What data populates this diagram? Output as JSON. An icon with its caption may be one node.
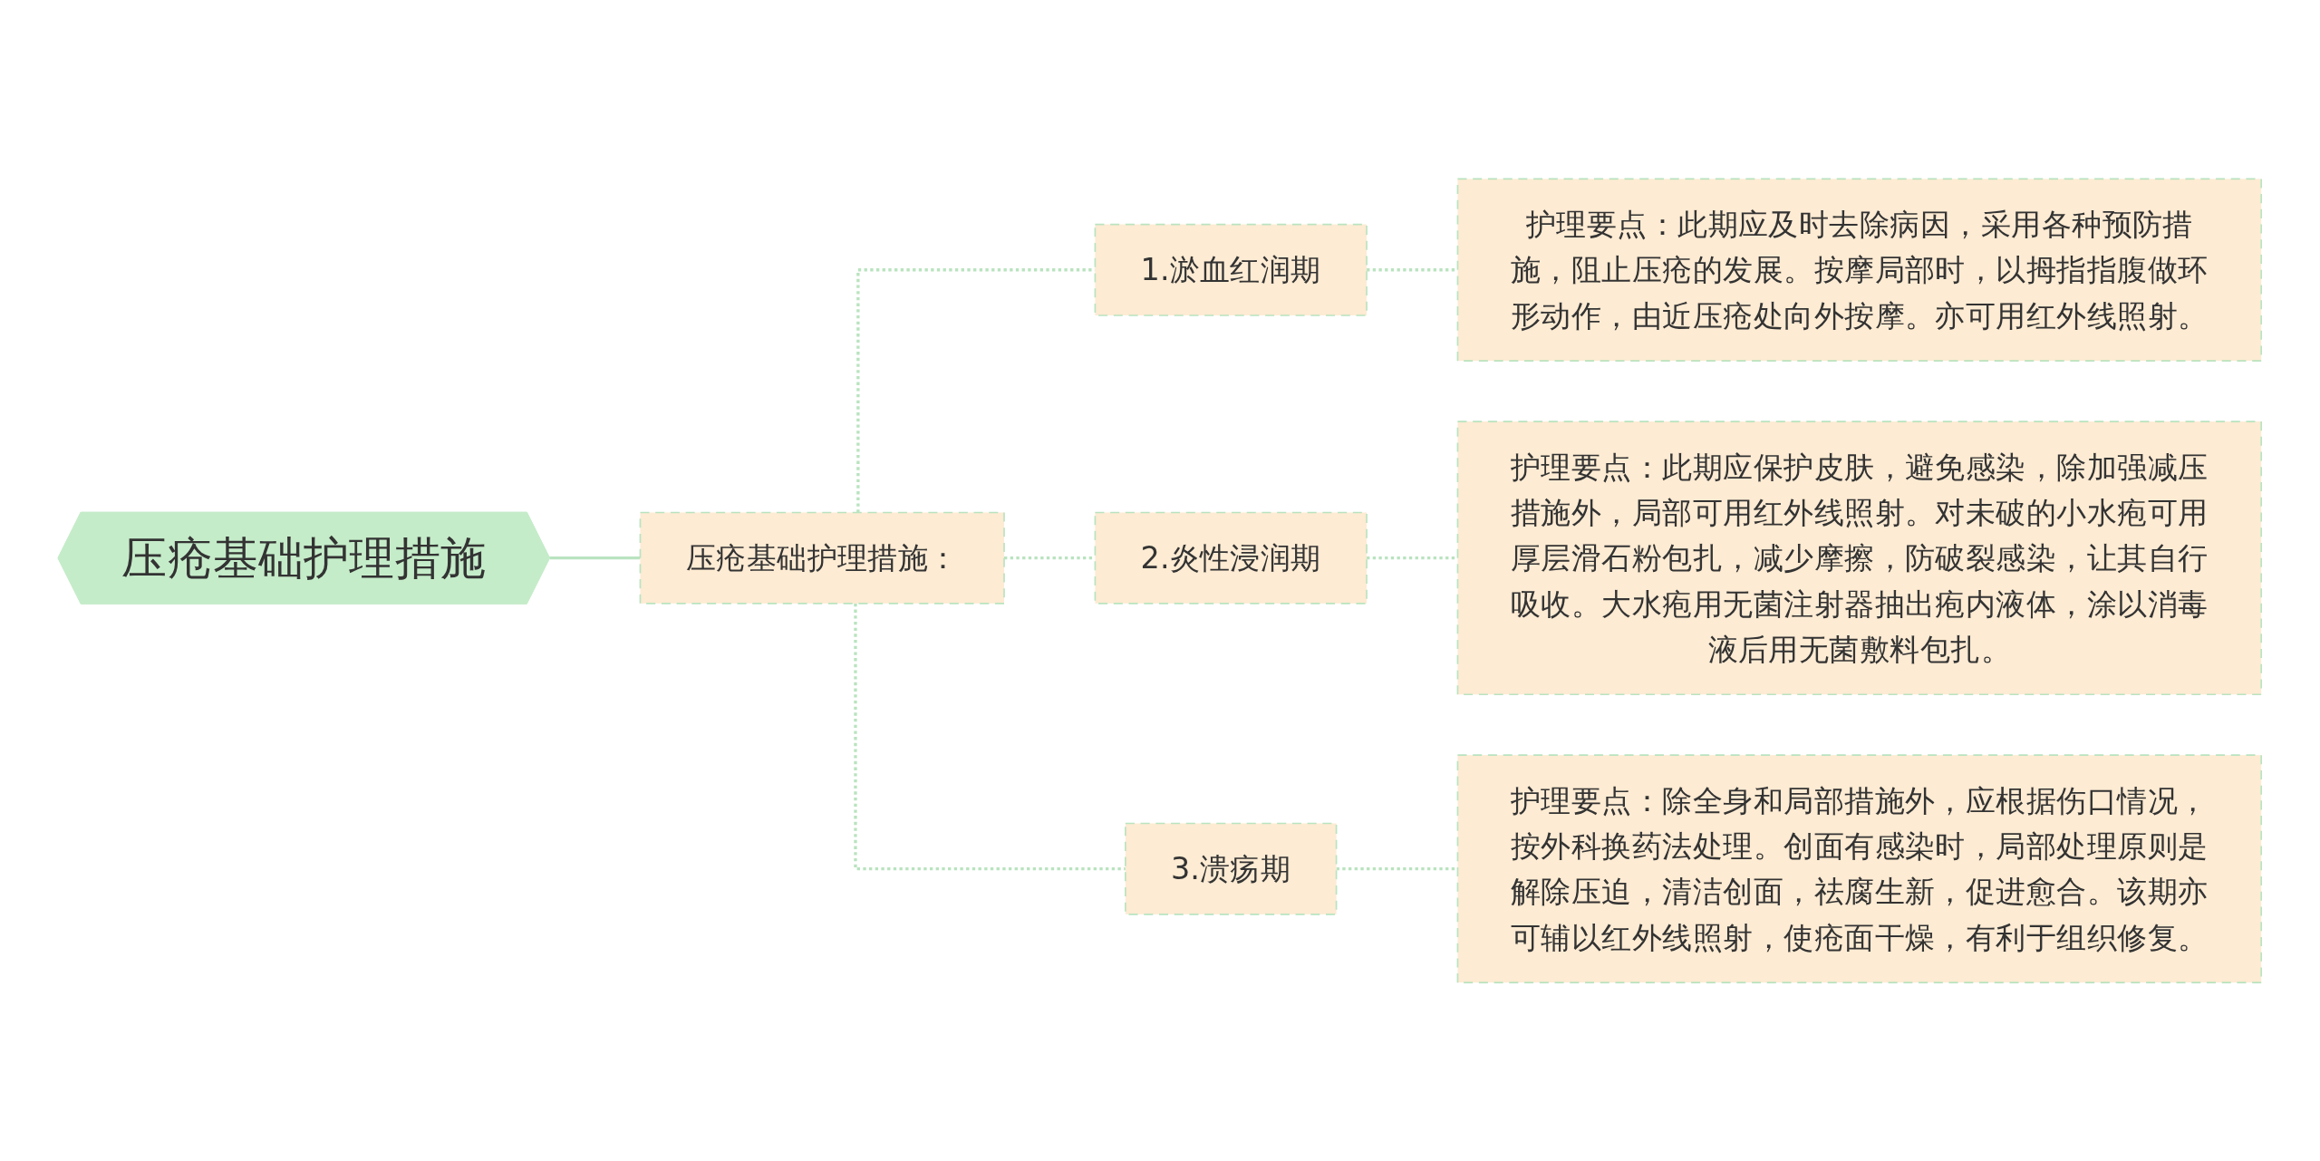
{
  "diagram": {
    "nodes": [
      {
        "text": [
          "压疮基础护理措施"
        ]
      },
      {
        "text": [
          "压疮基础护理措施："
        ]
      },
      {
        "text": [
          "1.淤血红润期"
        ]
      },
      {
        "text": [
          "护理要点：此期应及时去除病因，采用各种预防措施，阻止压疮的发展。按摩局部时，以拇指指腹做环形动作，由近压疮处向外按摩。亦可用红外线照射。"
        ]
      },
      {
        "text": [
          "2.炎性浸润期"
        ]
      },
      {
        "text": [
          "护理要点：此期应保护皮肤，避免感染，除加强减压措施外，局部可用红外线照射。对未破的小水疱可用厚层滑石粉包扎，减少摩擦，防破裂感染，让其自行吸收。大水疱用无菌注射器抽出疱内液体，涂以消毒液后用无菌敷料包扎。"
        ]
      },
      {
        "text": [
          "3.溃疡期"
        ]
      },
      {
        "text": [
          "护理要点：除全身和局部措施外，应根据伤口情况，按外科换药法处理。创面有感染时，局部处理原则是解除压迫，清洁创面，祛腐生新，促进愈合。该期亦可辅以红外线照射，使疮面干燥，有利于组织修复。"
        ]
      }
    ],
    "edges": [
      {
        "from": 0,
        "to": 1,
        "arrow": "none"
      },
      {
        "from": 1,
        "to": 2,
        "arrow": "none",
        "style": "dashed"
      },
      {
        "from": 1,
        "to": 4,
        "arrow": "none",
        "style": "dashed"
      },
      {
        "from": 1,
        "to": 6,
        "arrow": "none",
        "style": "dashed"
      },
      {
        "from": 2,
        "to": 3,
        "arrow": "none",
        "style": "dashed"
      },
      {
        "from": 4,
        "to": 5,
        "arrow": "none",
        "style": "dashed"
      },
      {
        "from": 6,
        "to": 7,
        "arrow": "none",
        "style": "dashed"
      }
    ]
  }
}
